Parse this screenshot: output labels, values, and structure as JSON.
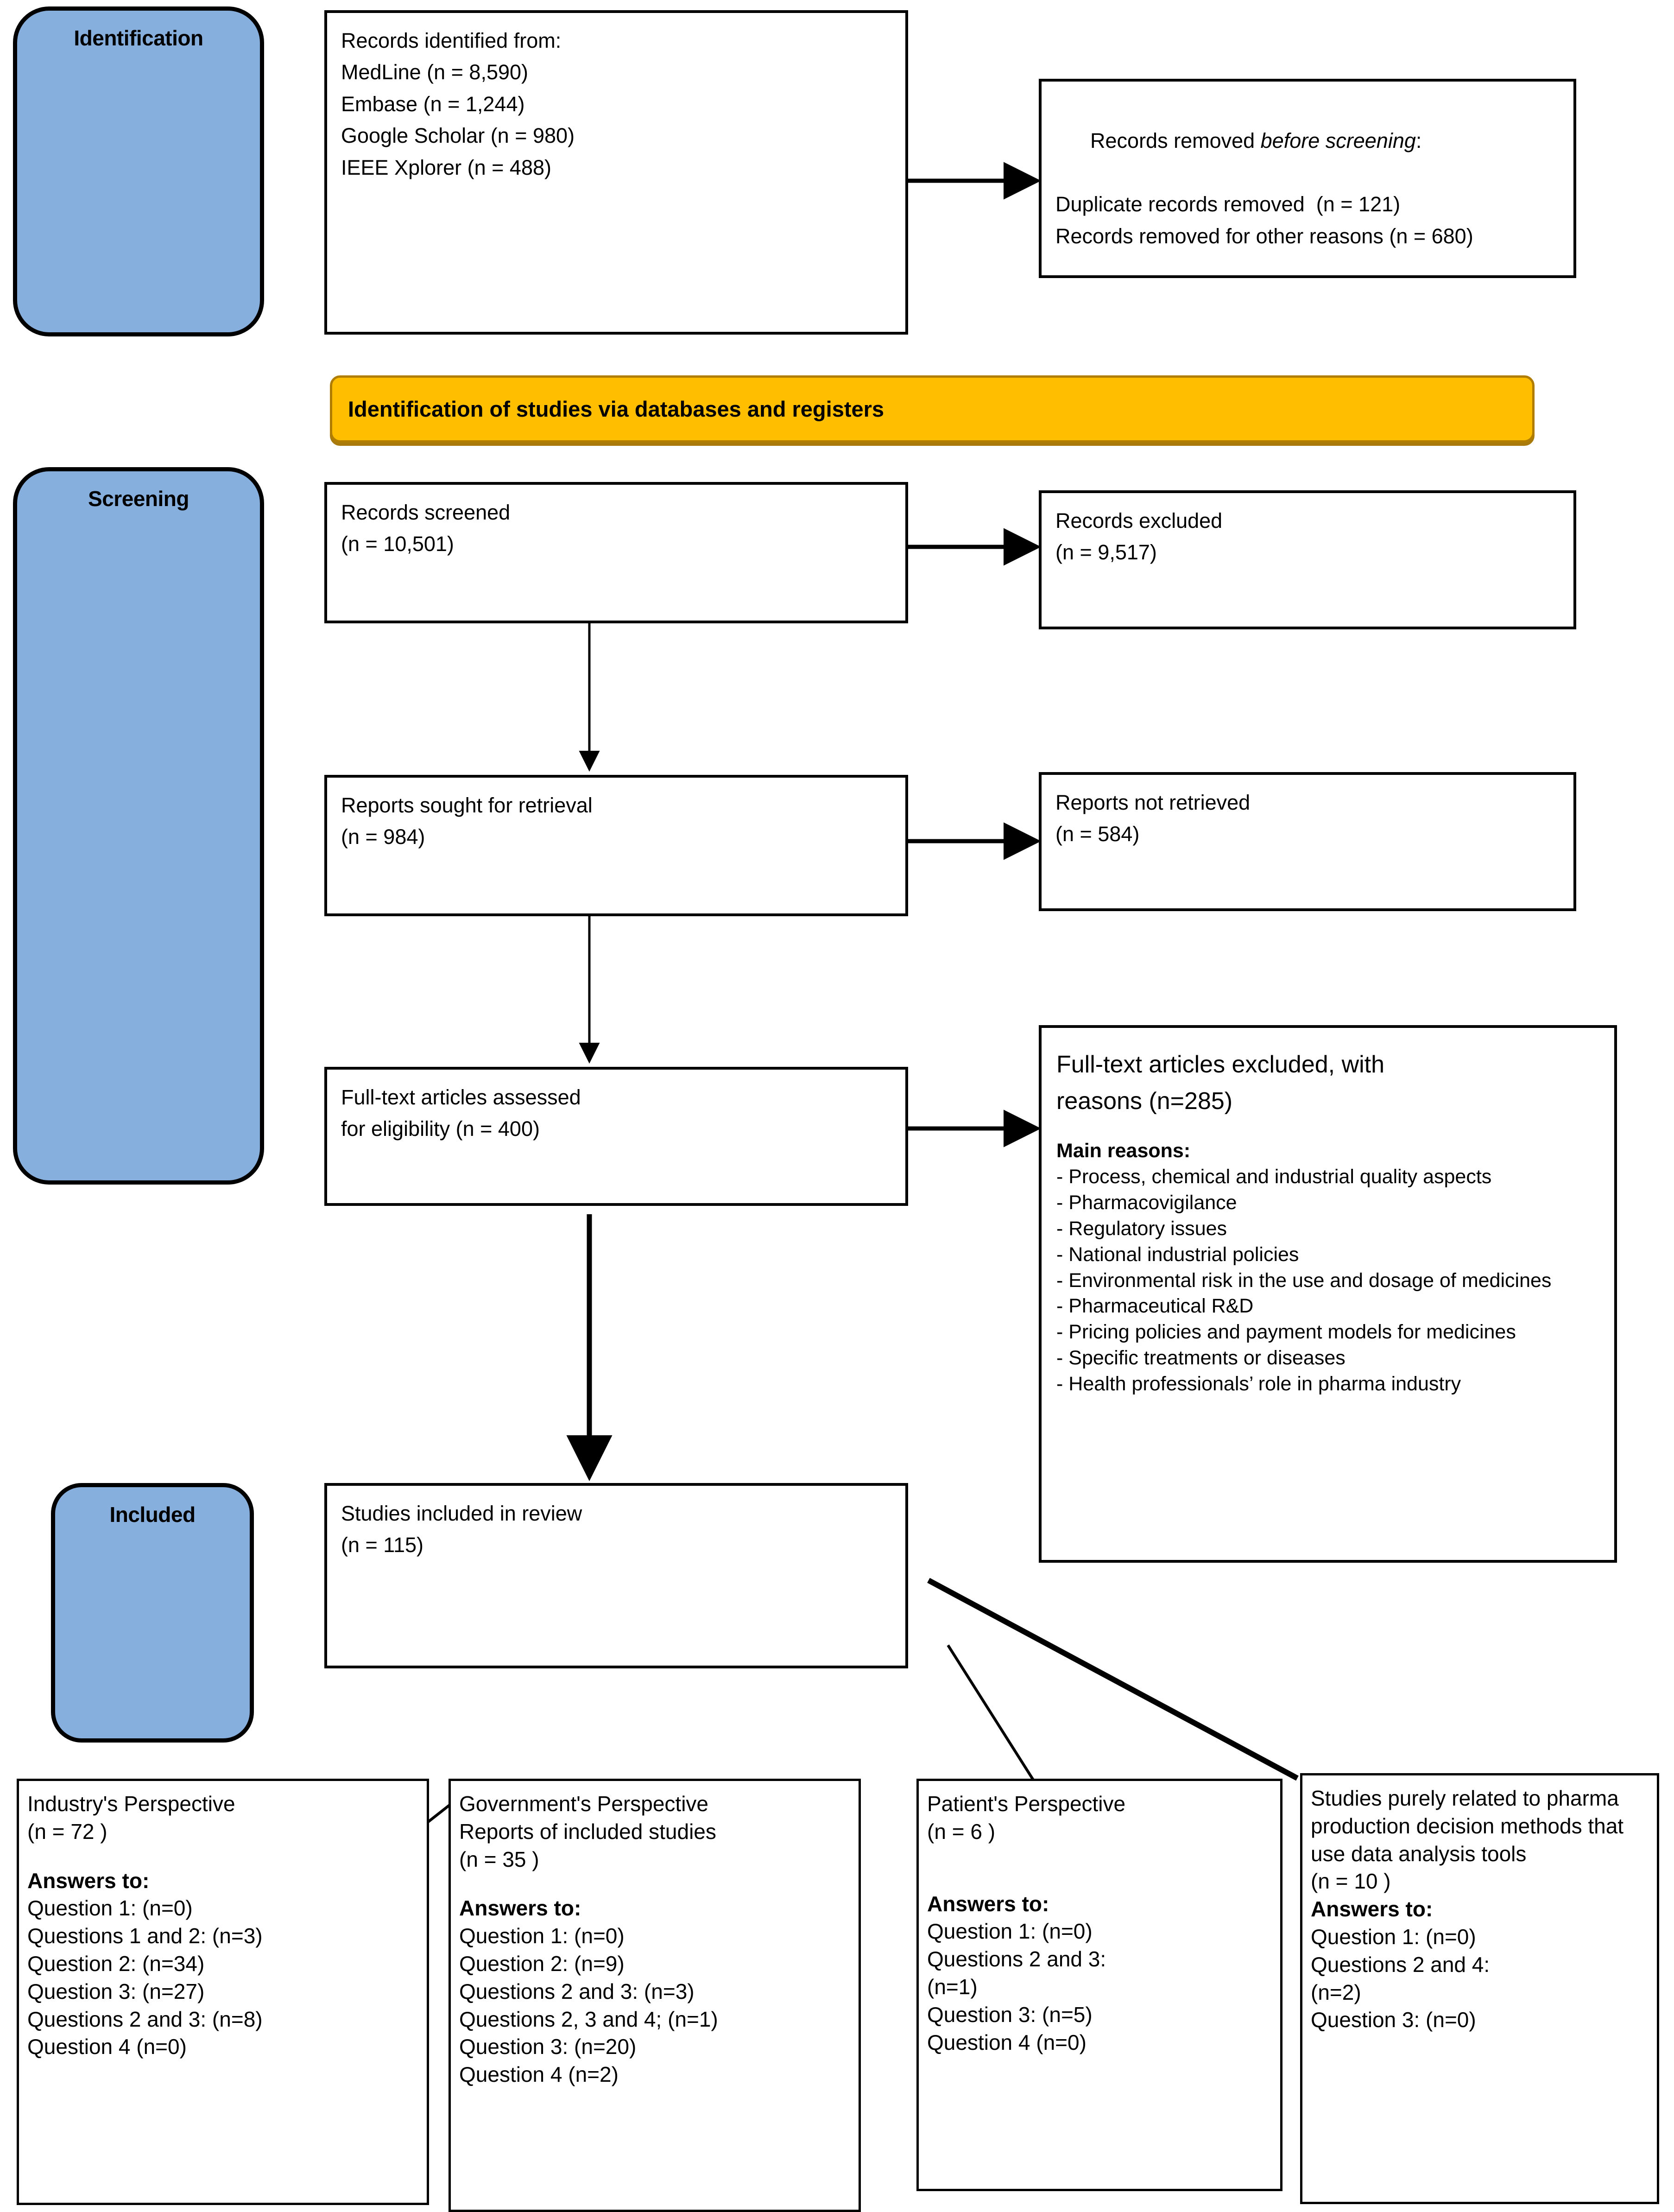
{
  "diagram": {
    "title": "PRISMA flow diagram",
    "colors": {
      "stage_fill": "#87AFDE",
      "stage_border": "#000000",
      "banner_fill": "#FFBE00",
      "banner_border": "#B07D00",
      "box_border": "#000000",
      "page_background": "#FFFFFF"
    }
  },
  "stages": {
    "identification": "Identification",
    "screening": "Screening",
    "included": "Included"
  },
  "banner": {
    "label": "Identification of studies via databases and registers"
  },
  "boxes": {
    "records_identified": {
      "heading": "Records identified from:",
      "sources": [
        "MedLine (n = 8,590)",
        "Embase (n = 1,244)",
        "Google Scholar (n = 980)",
        "IEEE Xplorer (n = 488)"
      ]
    },
    "records_removed": {
      "line1_prefix": "Records removed ",
      "line1_italic": "before screening",
      "line1_suffix": ":",
      "line2": "Duplicate records removed  (n = 121)",
      "line3": "Records removed for other reasons (n = 680)"
    },
    "records_screened": {
      "line1": "Records screened",
      "line2": "(n = 10,501)"
    },
    "records_excluded": {
      "line1": "Records excluded",
      "line2": "(n = 9,517)"
    },
    "reports_sought": {
      "line1": "Reports sought for retrieval",
      "line2": "(n = 984)"
    },
    "reports_not_retrieved": {
      "line1": "Reports not retrieved",
      "line2": "(n = 584)"
    },
    "fulltext_assessed": {
      "line1": "Full-text articles assessed",
      "line2": "for eligibility (n = 400)"
    },
    "fulltext_excluded": {
      "line1": "Full-text articles excluded, with",
      "line2": "reasons (n=285)",
      "reasons_heading": "Main reasons:",
      "reasons": [
        "-  Process, chemical and industrial quality aspects",
        "- Pharmacovigilance",
        "- Regulatory issues",
        "- National industrial policies",
        "- Environmental risk in the use and dosage of medicines",
        "- Pharmaceutical R&D",
        "- Pricing policies and payment models for medicines",
        "- Specific treatments or diseases",
        "- Health professionals’ role in pharma industry"
      ]
    },
    "studies_included": {
      "line1": "Studies included in review",
      "line2": "(n = 115)"
    }
  },
  "perspectives": [
    {
      "title": "Industry's Perspective",
      "subtitle": "",
      "count": "(n = 72 )",
      "answers_heading": "Answers to:",
      "answers": [
        "Question 1: (n=0)",
        "Questions 1 and 2: (n=3)",
        "Question 2: (n=34)",
        "Question 3: (n=27)",
        "Questions 2 and 3: (n=8)",
        "Question 4 (n=0)"
      ]
    },
    {
      "title": "Government's Perspective",
      "subtitle": "Reports of included studies",
      "count": "(n = 35 )",
      "answers_heading": "Answers to:",
      "answers": [
        "Question 1: (n=0)",
        "Question 2: (n=9)",
        "Questions 2 and 3: (n=3)",
        "Questions 2, 3 and 4; (n=1)",
        "Question 3: (n=20)",
        "Question 4 (n=2)"
      ]
    },
    {
      "title": "Patient's Perspective",
      "subtitle": "",
      "count": "(n = 6 )",
      "answers_heading": "Answers to:",
      "answers": [
        "Question 1: (n=0)",
        "Questions 2 and 3:",
        "(n=1)",
        "Question 3: (n=5)",
        "Question 4 (n=0)"
      ]
    },
    {
      "title": "Studies purely related to pharma production decision methods that use data analysis tools",
      "subtitle": "",
      "count": "(n = 10 )",
      "answers_heading": "Answers to:",
      "answers": [
        "Question 1: (n=0)",
        "Questions 2 and 4:",
        "(n=2)",
        "Question 3: (n=0)"
      ]
    }
  ]
}
